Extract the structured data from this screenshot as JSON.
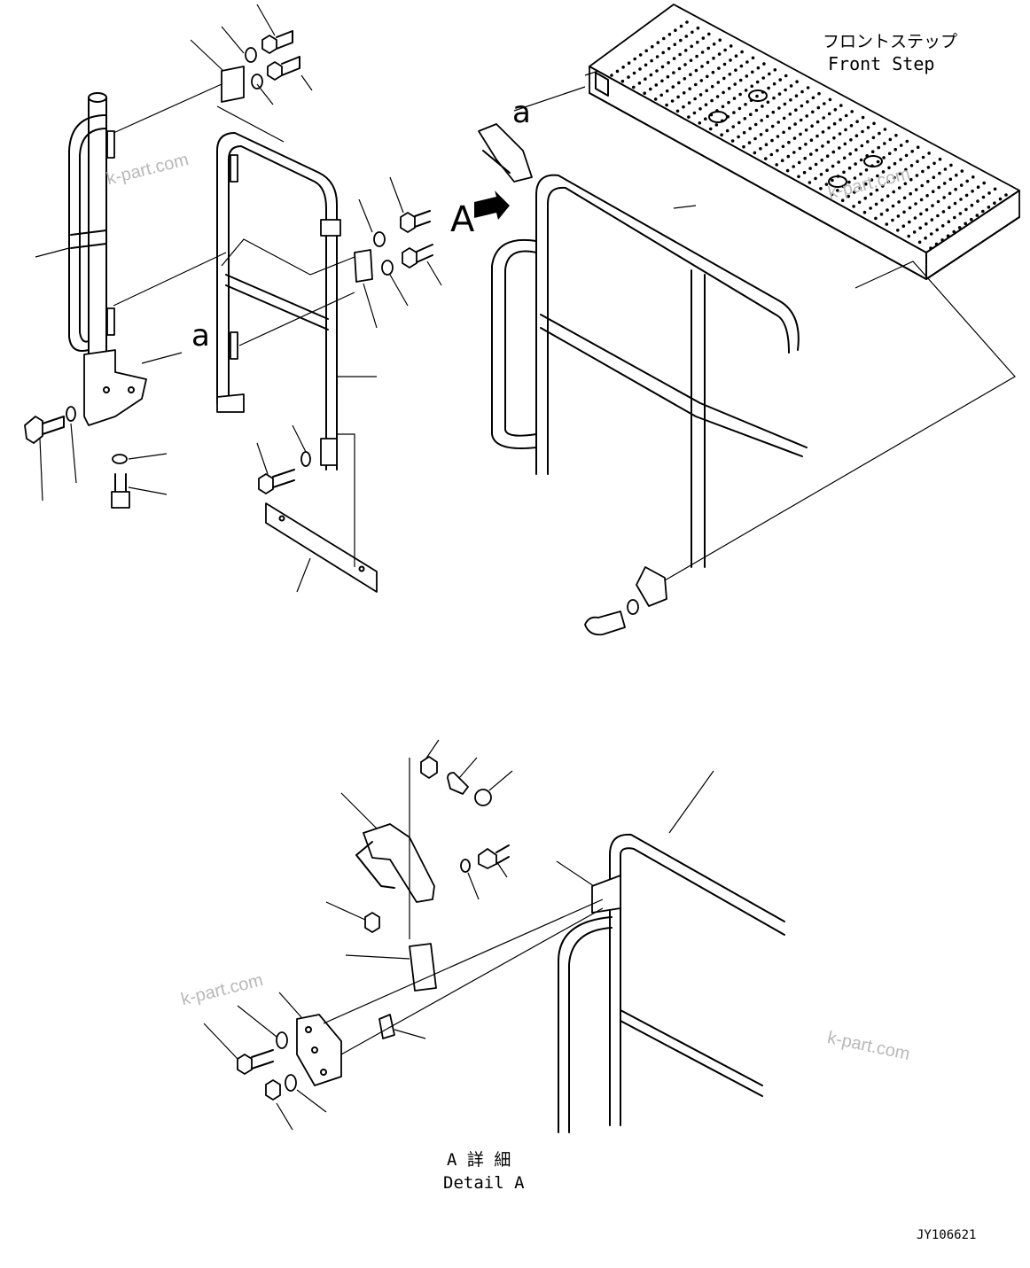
{
  "labels": {
    "front_step_jp": "フロントステップ",
    "front_step_en": "Front Step",
    "view_a_marker": "A",
    "ref_a_left": "a",
    "ref_a_right": "a",
    "detail_jp": "A 詳 細",
    "detail_en": "Detail A",
    "drawing_code": "JY106621"
  },
  "watermarks": [
    "k-part.com",
    "k-part.com",
    "k-part.com",
    "k-part.com"
  ]
}
